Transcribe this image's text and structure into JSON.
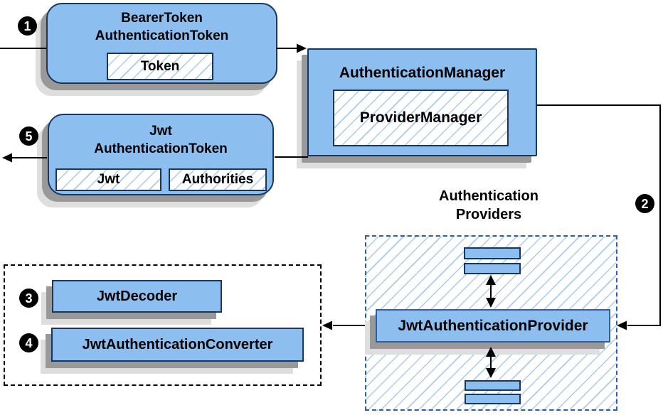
{
  "colors": {
    "node_fill": "#8CBFF0",
    "node_border": "#17375E",
    "provider_border": "#2E5FA3",
    "hatch_line": "#A9CBEE",
    "line_color": "#000000"
  },
  "steps": {
    "s1": "1",
    "s2": "2",
    "s3": "3",
    "s4": "4",
    "s5": "5"
  },
  "nodes": {
    "bearer_token": {
      "line1": "BearerToken",
      "line2": "AuthenticationToken",
      "chip": "Token"
    },
    "auth_manager": {
      "title": "AuthenticationManager",
      "inner": "ProviderManager"
    },
    "jwt_token": {
      "line1": "Jwt",
      "line2": "AuthenticationToken",
      "chip1": "Jwt",
      "chip2": "Authorities"
    },
    "providers_group": {
      "label_line1": "Authentication",
      "label_line2": "Providers"
    },
    "jwt_auth_provider": {
      "label": "JwtAuthenticationProvider"
    },
    "jwt_decoder": {
      "label": "JwtDecoder"
    },
    "jwt_auth_converter": {
      "label": "JwtAuthenticationConverter"
    }
  }
}
